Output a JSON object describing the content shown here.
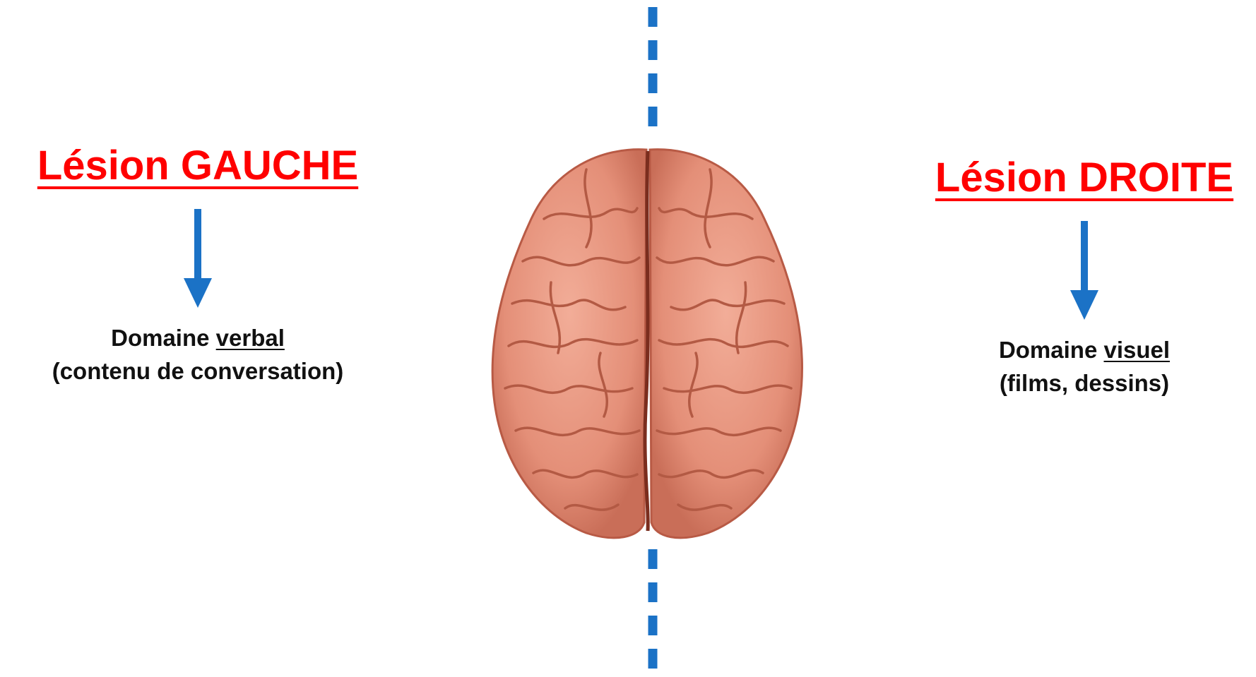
{
  "left": {
    "title": "Lésion GAUCHE",
    "domain_prefix": "Domaine ",
    "domain_word": "verbal",
    "detail": "(contenu de conversation)"
  },
  "right": {
    "title": "Lésion DROITE",
    "domain_prefix": "Domaine ",
    "domain_word": "visuel",
    "detail": "(films, dessins)"
  },
  "colors": {
    "title": "#ff0000",
    "arrow": "#1b72c6",
    "divider": "#1b72c6",
    "brain_fill": "#e8937c",
    "brain_stroke": "#b85a45"
  },
  "icons": {
    "brain": "brain-icon",
    "arrow": "arrow-down-icon"
  }
}
